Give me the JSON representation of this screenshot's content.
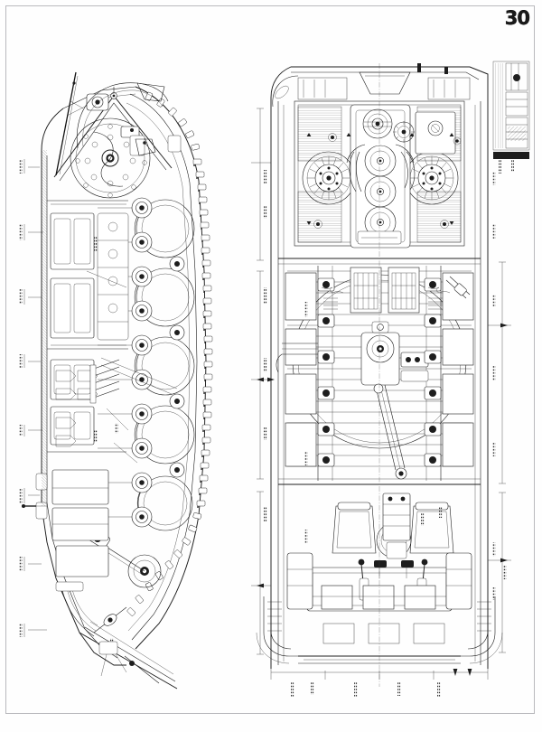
{
  "page": {
    "number": "30",
    "kind": "engineering-blueprint",
    "orientation": "portrait",
    "background_color": "#fefefe",
    "ink_color": "#1a1a1a",
    "frame_color": "#b9b9bd"
  },
  "drawings": [
    {
      "id": "left-view",
      "name": "side-elevation-sectional",
      "subject": "tracked armoured vehicle — longitudinal section",
      "features": [
        "continuous track with link pins",
        "drive sprocket",
        "idler wheel with track tensioner",
        "road wheels on torsion bar suspension",
        "return rollers",
        "sloped glacis plate",
        "engine compartment bulkhead",
        "fuel tanks",
        "crew stations",
        "V-shaped linkage assembly"
      ]
    },
    {
      "id": "right-view",
      "name": "plan-view-sectional",
      "subject": "tracked armoured vehicle — horizontal section",
      "features": [
        "twin radiator cooling fans",
        "V-type engine block with cylinder bores",
        "transmission and final drives",
        "turret basket ring",
        "ammunition stowage racks",
        "floor plates over torsion bars",
        "two crew seats",
        "driver controls and steering levers",
        "detail inset strip at upper right"
      ]
    }
  ],
  "annotations": {
    "note": "dimension callouts rendered at micro scale, illegible at print resolution",
    "left_column_labels": [
      "",
      "",
      "",
      "",
      "",
      ""
    ],
    "right_column_labels": [
      "",
      "",
      "",
      "",
      "",
      ""
    ],
    "bottom_labels": [
      "",
      "",
      "",
      "",
      ""
    ]
  }
}
